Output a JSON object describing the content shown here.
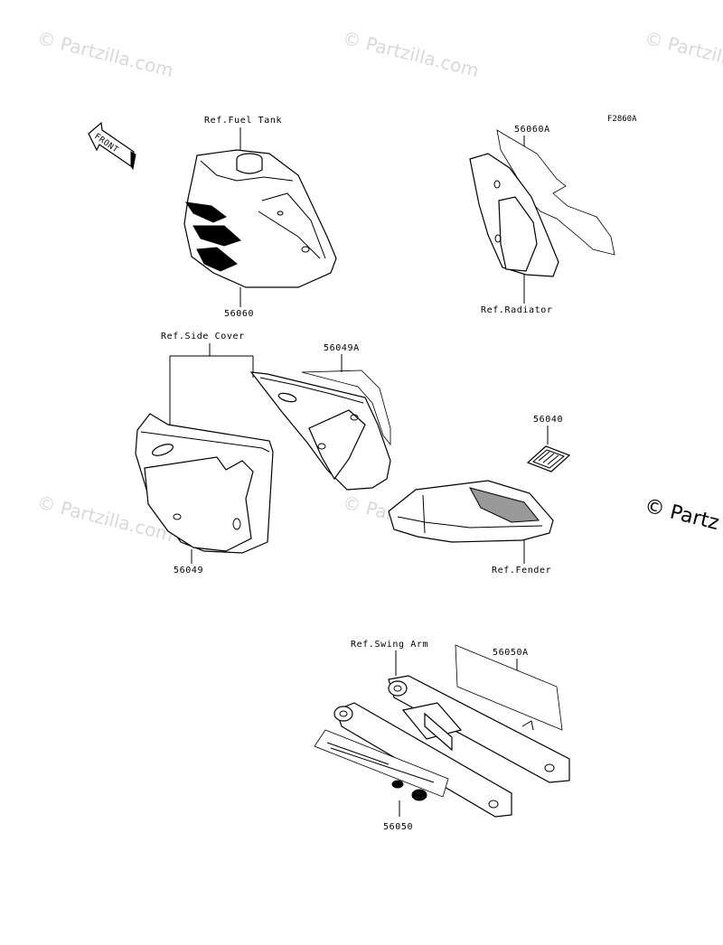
{
  "watermark": {
    "text": "© Partzilla.com",
    "edge_text": "© Partz"
  },
  "diagram": {
    "code": "F2860A",
    "front_arrow": "FRONT",
    "labels": {
      "ref_fuel_tank": "Ref.Fuel Tank",
      "p56060": "56060",
      "p56060a": "56060A",
      "ref_radiator": "Ref.Radiator",
      "ref_side_cover": "Ref.Side Cover",
      "p56049a": "56049A",
      "p56049": "56049",
      "p56040": "56040",
      "ref_fender": "Ref.Fender",
      "ref_swing_arm": "Ref.Swing Arm",
      "p56050a": "56050A",
      "p56050": "56050"
    }
  }
}
